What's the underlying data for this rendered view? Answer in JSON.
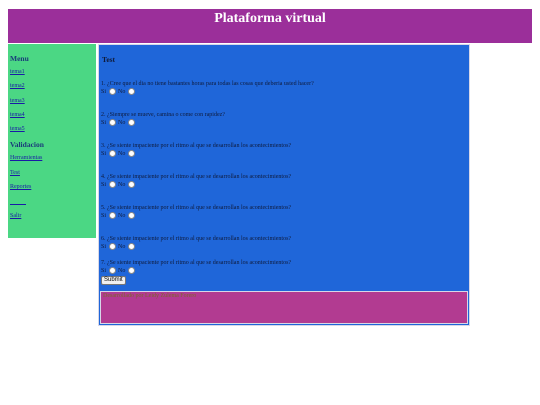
{
  "header": {
    "title": "Plataforma virtual"
  },
  "sidebar": {
    "menu_title": "Menu",
    "menu_items": [
      "tema1",
      "tema2",
      "tema3",
      "tema4",
      "tema5"
    ],
    "validation_title": "Validacion",
    "validation_items": [
      "Herramientas",
      "Test",
      "Reportes"
    ],
    "logout": "Salir"
  },
  "main": {
    "title": "Test",
    "yes_label": "Si",
    "no_label": "No",
    "questions": [
      "1. ¿Cree que el dia no tiene bastantes horas para todas las cosas que deberia usted hacer?",
      "2. ¿Siempre se mueve, camina o come con rapidez?",
      "3. ¿Se siente impaciente por el ritmo al que se desarrollan los acontecimientos?",
      "4. ¿Se siente impaciente por el ritmo al que se desarrollan los acontecimientos?",
      "5. ¿Se siente impaciente por el ritmo al que se desarrollan los acontecimientos?",
      "6. ¿Se siente impaciente por el ritmo al que se desarrollan los acontecimientos?",
      "7. ¿Se siente impaciente por el ritmo al que se desarrollan los acontecimientos?"
    ],
    "submit_label": "Submit"
  },
  "footer": {
    "text": "Desarrollado por Leidy Zulema Forero"
  },
  "colors": {
    "header_bg": "#9b2f9a",
    "sidebar_bg": "#4bd784",
    "main_bg": "#1f66d9",
    "footer_bg": "#b23b91"
  }
}
